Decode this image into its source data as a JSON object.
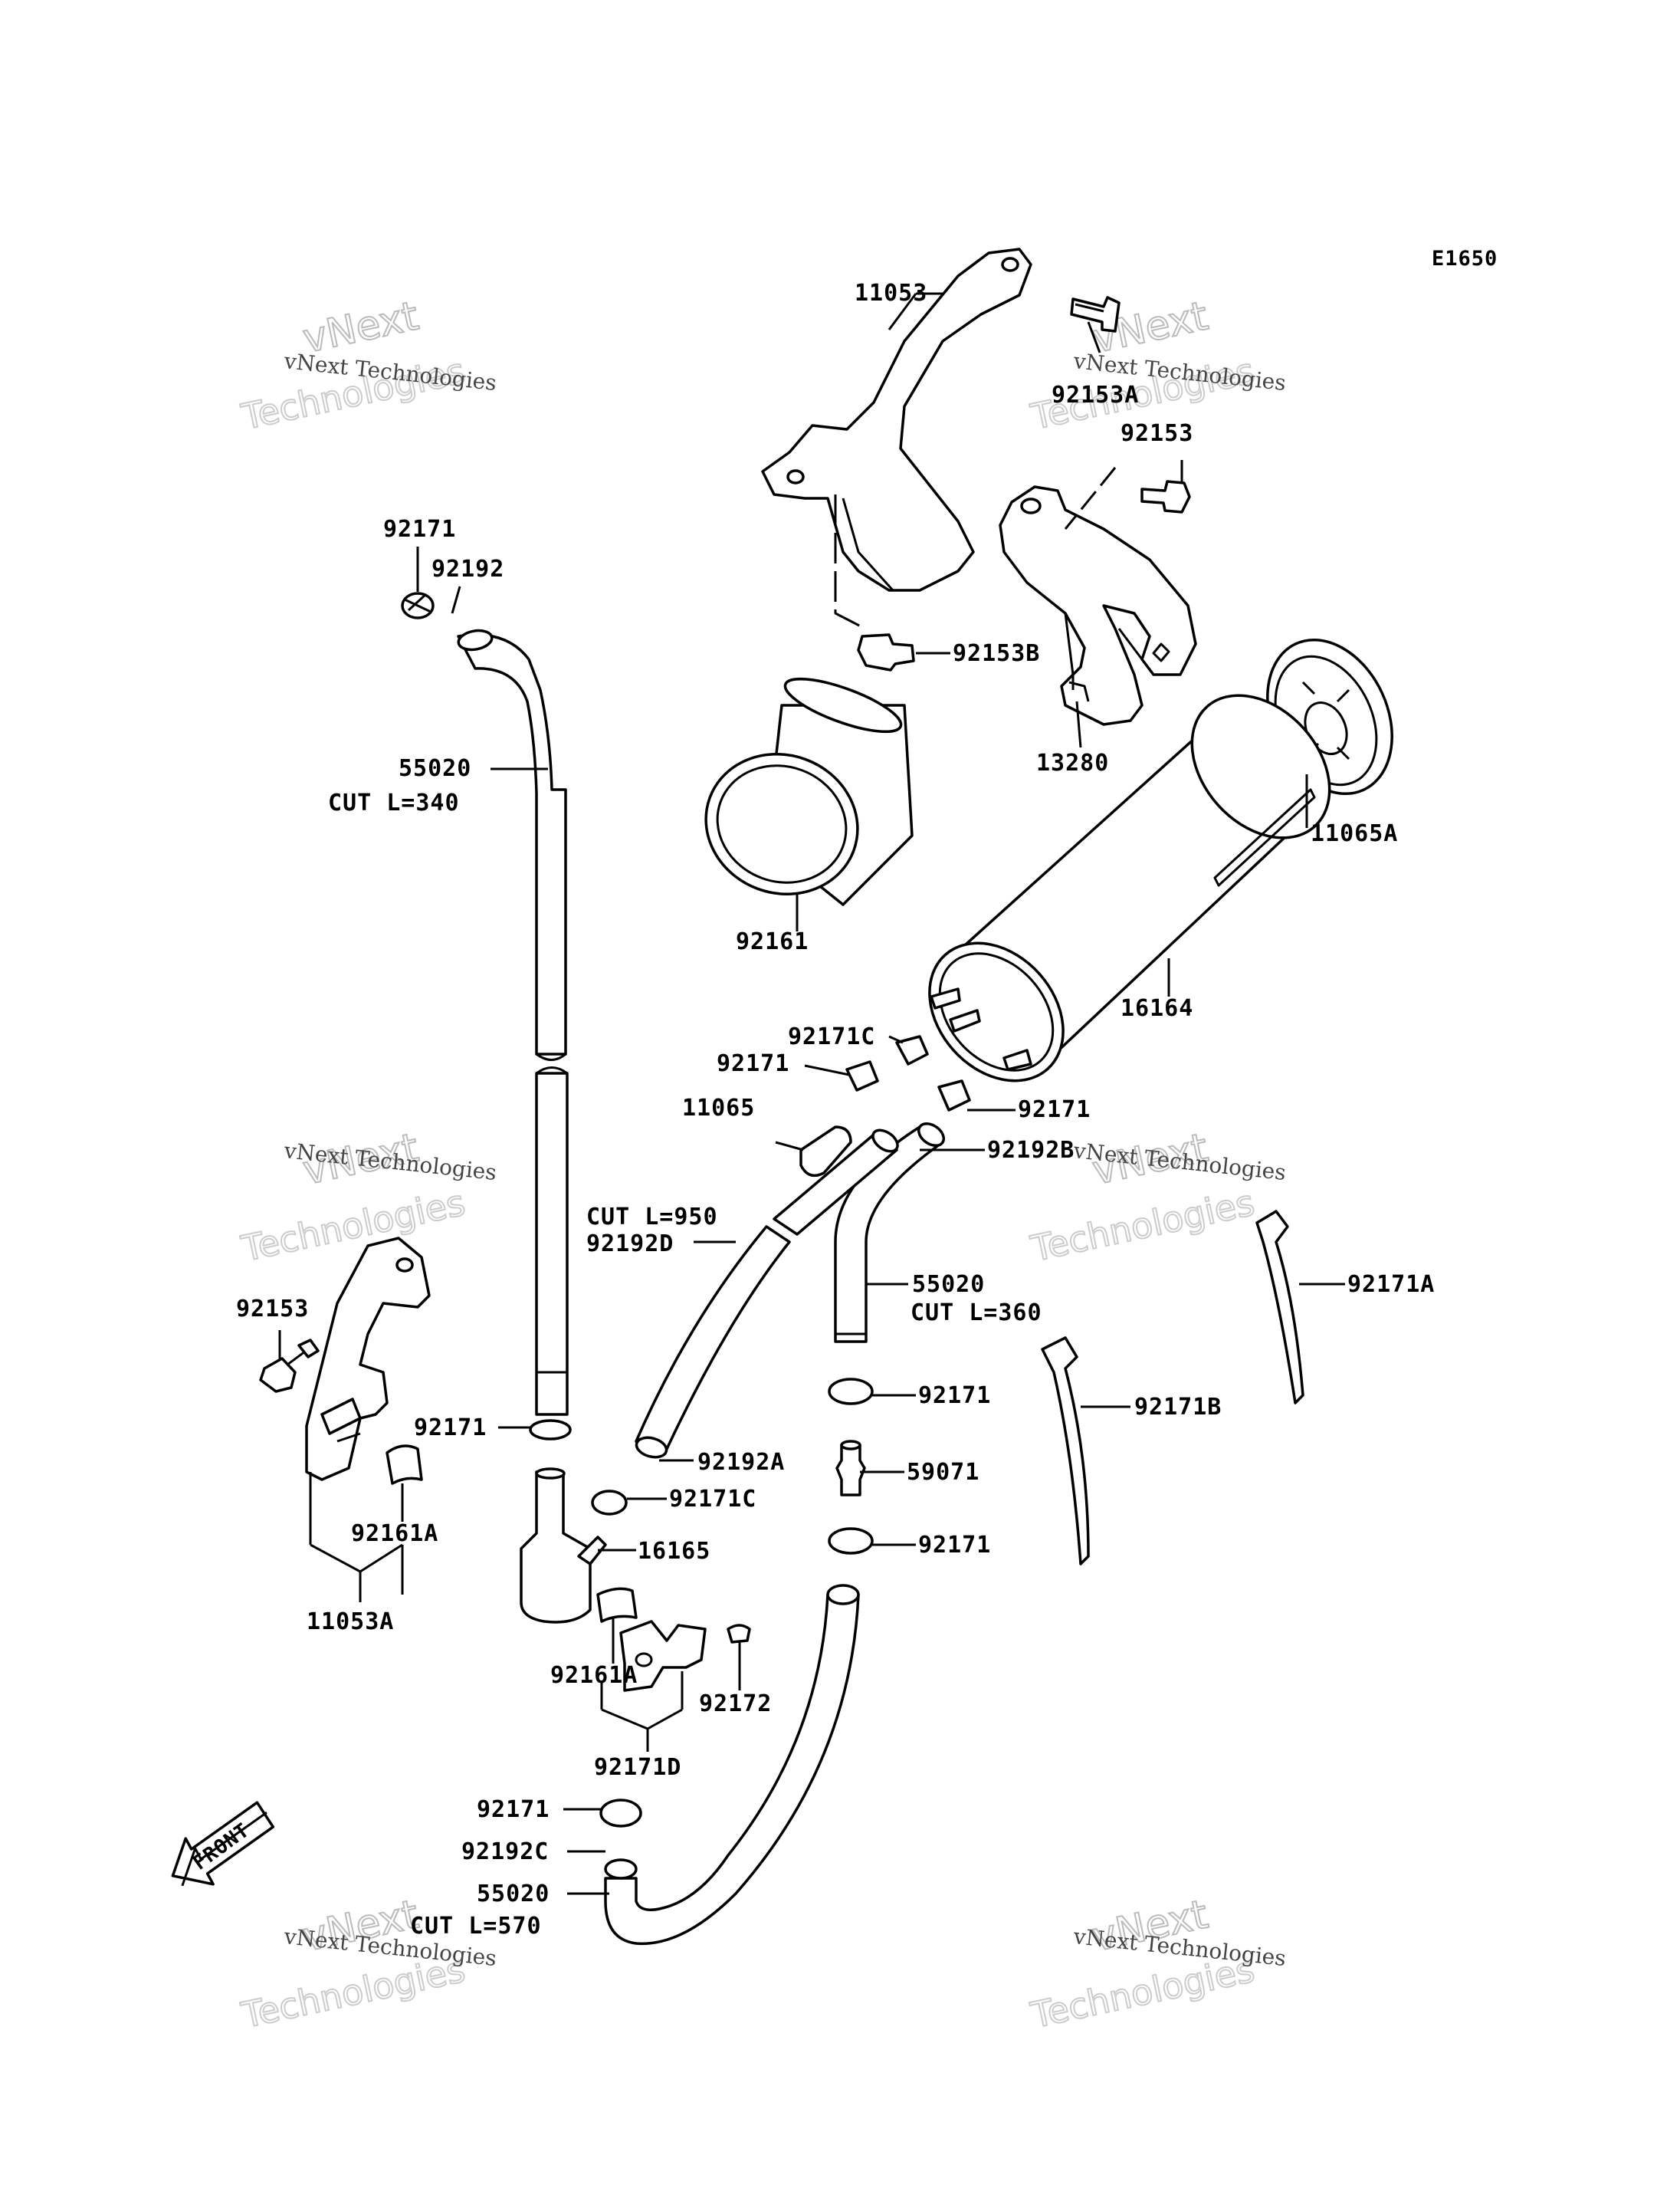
{
  "diagram_code": "E1650",
  "front_label": "FRONT",
  "watermark": {
    "line1": "vNext Technologies",
    "line2": "Technologies",
    "line3": "vNext"
  },
  "callouts": {
    "c11053": "11053",
    "c92153A": "92153A",
    "c92153_top": "92153",
    "c92153B": "92153B",
    "c13280": "13280",
    "c11065A": "11065A",
    "c92161": "92161",
    "c16164": "16164",
    "c92171_top": "92171",
    "c92192_top": "92192",
    "c55020_long": "55020",
    "cut340": "CUT L=340",
    "c92171C_top": "92171C",
    "c92171_mid": "92171",
    "c11065": "11065",
    "c92171_right": "92171",
    "c92192B": "92192B",
    "cut950": "CUT L=950",
    "c92192D": "92192D",
    "c55020_mid": "55020",
    "cut360": "CUT L=360",
    "c92171A": "92171A",
    "c92153_left": "92153",
    "c92171_clamp1": "92171",
    "c59071": "59071",
    "c92171_clamp2": "92171",
    "c92171B": "92171B",
    "c92171_left": "92171",
    "c92192A": "92192A",
    "c92171C_low": "92171C",
    "c16165": "16165",
    "c92161A_left": "92161A",
    "c11053A": "11053A",
    "c92161A_mid": "92161A",
    "c92172": "92172",
    "c92171D": "92171D",
    "c92171_bottom": "92171",
    "c92192C": "92192C",
    "c55020_bottom": "55020",
    "cut570": "CUT L=570"
  }
}
